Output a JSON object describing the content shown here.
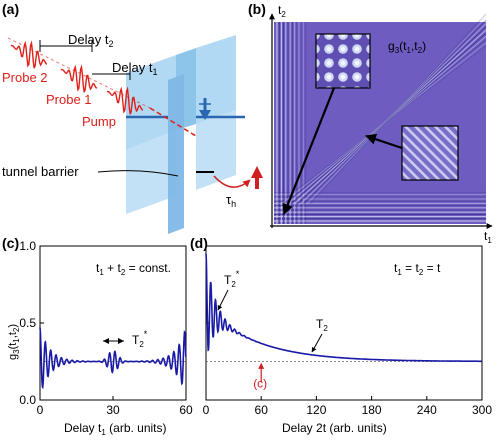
{
  "panel_a": {
    "label": "(a)",
    "delay_t2": "Delay t",
    "delay_t2_sub": "2",
    "delay_t1": "Delay t",
    "delay_t1_sub": "1",
    "probe2": "Probe 2",
    "probe1": "Probe 1",
    "pump": "Pump",
    "tunnel_barrier": "tunnel barrier",
    "tau_h": "τ",
    "tau_h_sub": "h",
    "colors": {
      "pulse": "#e0201a",
      "barrier": "#9fd0ef",
      "level": "#2a67b0"
    }
  },
  "panel_b": {
    "label": "(b)",
    "ylabel": "t",
    "ylabel_sub": "2",
    "xlabel": "t",
    "xlabel_sub": "1",
    "annotation": "g",
    "annotation_sub": "3",
    "annotation_args": "(t",
    "annotation_a1": "1",
    "annotation_sep": ",t",
    "annotation_a2": "2",
    "annotation_close": ")",
    "colors": {
      "map": "#6e5cc0"
    }
  },
  "chart_data": [
    {
      "panel": "(c)",
      "type": "line",
      "annotation": "t",
      "annotation_a1": "1",
      "annotation_mid": " + t",
      "annotation_a2": "2",
      "annotation_end": " = const.",
      "marker_label": "T",
      "marker_sub": "2",
      "marker_sup": "*",
      "ylabel": "g",
      "ylabel_sub": "3",
      "ylabel_args": "(t",
      "ylabel_a1": "1",
      "ylabel_sep": ",t",
      "ylabel_a2": "2",
      "ylabel_close": ")",
      "xlabel": "Delay t",
      "xlabel_sub": "1",
      "xlabel_unit": " (arb. units)",
      "xlim": [
        0,
        60
      ],
      "ylim": [
        0,
        1.0
      ],
      "xticks": [
        "0",
        "30",
        "60"
      ],
      "yticks": [
        "0.0",
        "0.5",
        "1.0"
      ],
      "baseline": 0.25,
      "envelope_edge_amp": 0.22,
      "center_amp": 0.07,
      "osc_period": 2.2
    },
    {
      "panel": "(d)",
      "type": "line",
      "annotation": "t",
      "annotation_a1": "1",
      "annotation_mid": " = t",
      "annotation_a2": "2",
      "annotation_end": " = t",
      "t2star_label": "T",
      "t2star_sub": "2",
      "t2star_sup": "*",
      "t2_label": "T",
      "t2_sub": "2",
      "c_marker": "(c)",
      "c_marker_x": 60,
      "xlabel": "Delay 2t (arb. units)",
      "xlim": [
        0,
        300
      ],
      "ylim": [
        0,
        1.0
      ],
      "xticks": [
        "0",
        "60",
        "120",
        "180",
        "240",
        "300"
      ],
      "baseline": 0.25,
      "initial_value": 0.95,
      "decay_T2": 55,
      "decay_T2star": 9,
      "osc_period": 5.2,
      "colors": {
        "line": "#1a1aa8",
        "marker": "#d02020"
      }
    }
  ]
}
